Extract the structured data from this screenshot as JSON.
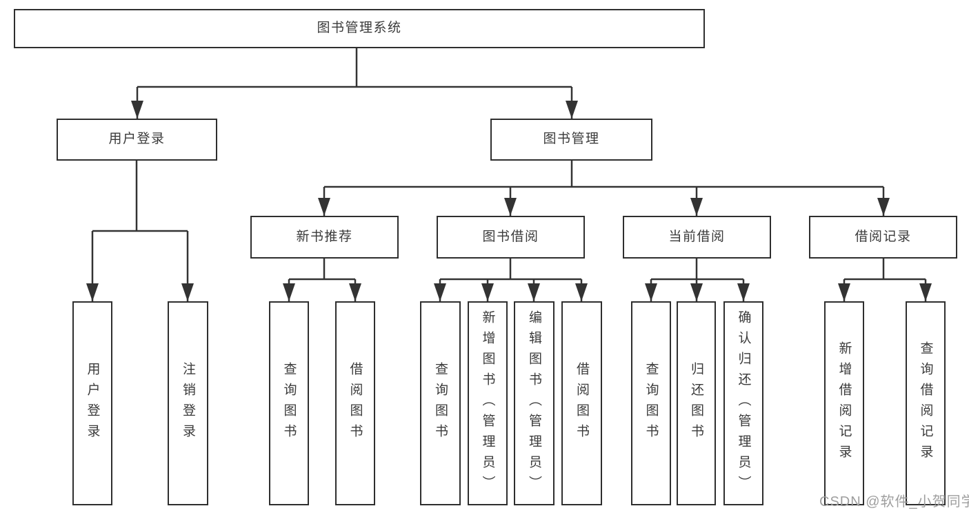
{
  "diagram": {
    "title": "图书管理系统",
    "watermark": "CSDN @软件_小贺同学",
    "colors": {
      "line": "#333333",
      "box_border": "#2e2e2e",
      "box_fill": "#ffffff",
      "text": "#3a3a3a",
      "watermark": "#9e9e9e"
    },
    "nodes": {
      "root": "图书管理系统",
      "user_login_branch": "用户登录",
      "book_mgmt_branch": "图书管理",
      "new_book_rec": "新书推荐",
      "book_borrow": "图书借阅",
      "current_borrow": "当前借阅",
      "borrow_records": "借阅记录",
      "leaf_user_login": "用户登录",
      "leaf_logout": "注销登录",
      "leaf_nb_query_books": "查询图书",
      "leaf_nb_borrow_books": "借阅图书",
      "leaf_bb_query_books": "查询图书",
      "leaf_bb_add_books_admin": "新增图书（管理员）",
      "leaf_bb_edit_books_admin": "编辑图书（管理员）",
      "leaf_bb_borrow_books": "借阅图书",
      "leaf_cb_query_books": "查询图书",
      "leaf_cb_return_books": "归还图书",
      "leaf_cb_confirm_return_admin": "确认归还（管理员）",
      "leaf_br_add_record": "新增借阅记录",
      "leaf_br_query_record": "查询借阅记录"
    }
  }
}
